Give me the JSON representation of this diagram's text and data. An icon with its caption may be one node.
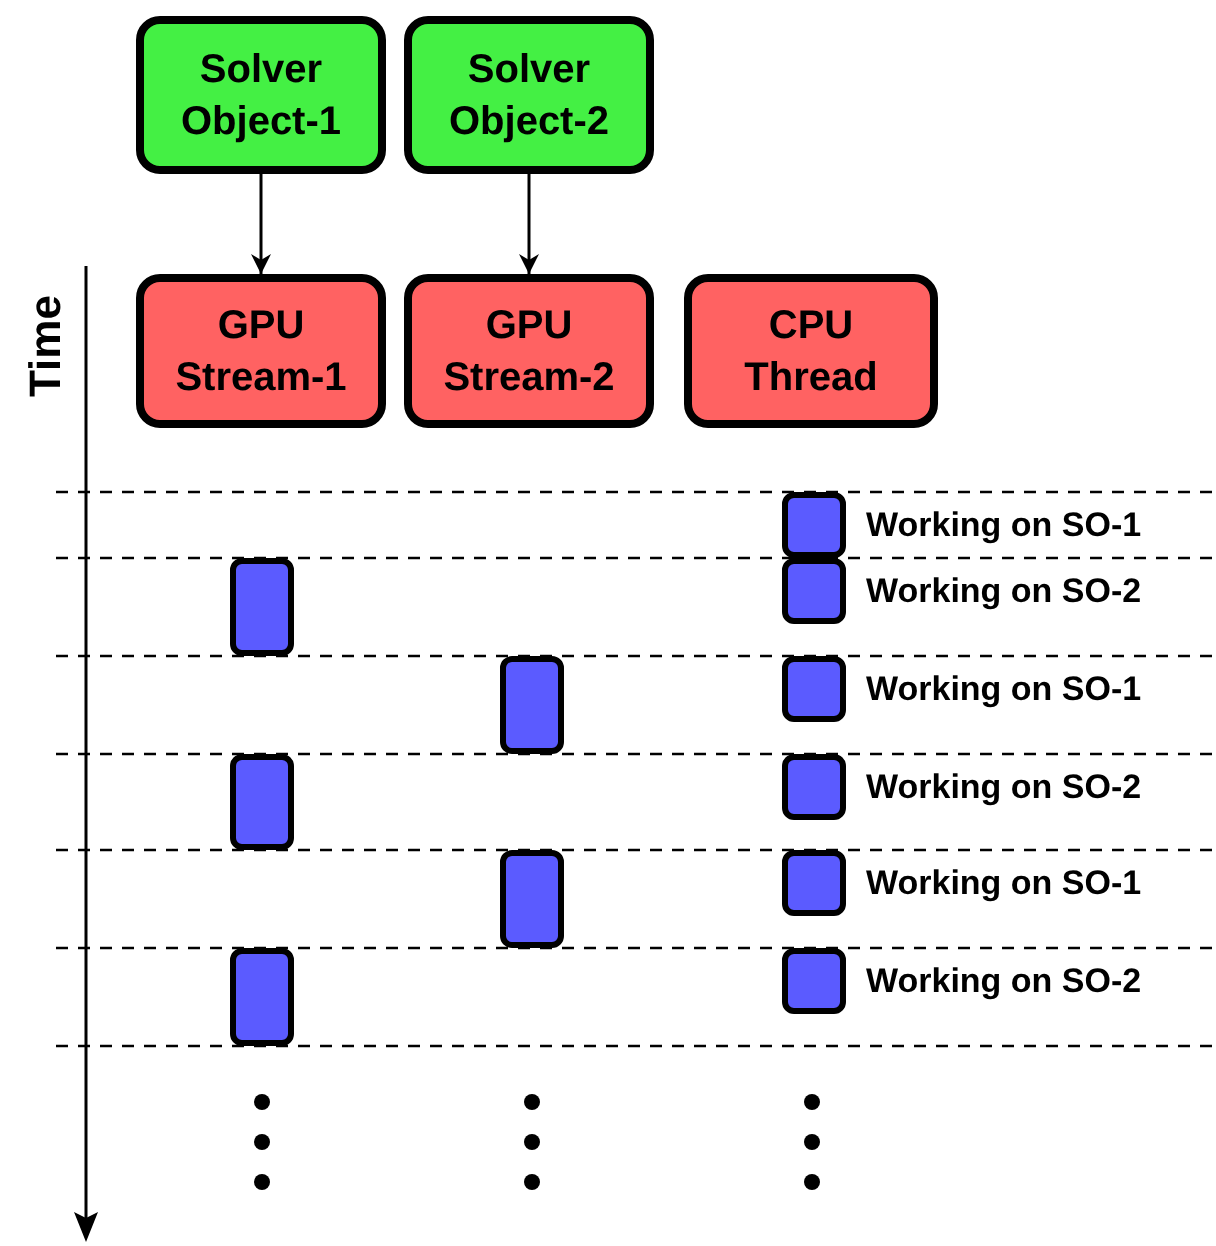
{
  "diagram": {
    "nodes": [
      {
        "text": [
          "Solver Object-1"
        ]
      },
      {
        "text": [
          "Solver Object-2"
        ]
      },
      {
        "text": [
          "GPU Stream-1"
        ]
      },
      {
        "text": [
          "GPU Stream-2"
        ]
      },
      {
        "text": [
          "CPU Thread"
        ]
      },
      {
        "text": [],
        "shape": "box",
        "beside": [
          "Working on SO-1"
        ]
      },
      {
        "text": [],
        "shape": "box"
      },
      {
        "text": [],
        "shape": "box",
        "beside": [
          "Working on SO-2"
        ]
      },
      {
        "text": [],
        "shape": "box"
      },
      {
        "text": [],
        "shape": "box",
        "beside": [
          "Working on SO-1"
        ]
      },
      {
        "text": [],
        "shape": "box"
      },
      {
        "text": [],
        "shape": "box",
        "beside": [
          "Working on SO-2"
        ]
      },
      {
        "text": [],
        "shape": "box"
      },
      {
        "text": [],
        "shape": "box",
        "beside": [
          "Working on SO-1"
        ]
      },
      {
        "text": [],
        "shape": "box"
      },
      {
        "text": [],
        "shape": "box",
        "beside": [
          "Working on SO-2"
        ]
      }
    ],
    "edges": [
      {
        "from": 0,
        "to": 2,
        "arrow": "to"
      },
      {
        "from": 1,
        "to": 3,
        "arrow": "to"
      }
    ],
    "labels": [
      "Time"
    ]
  }
}
